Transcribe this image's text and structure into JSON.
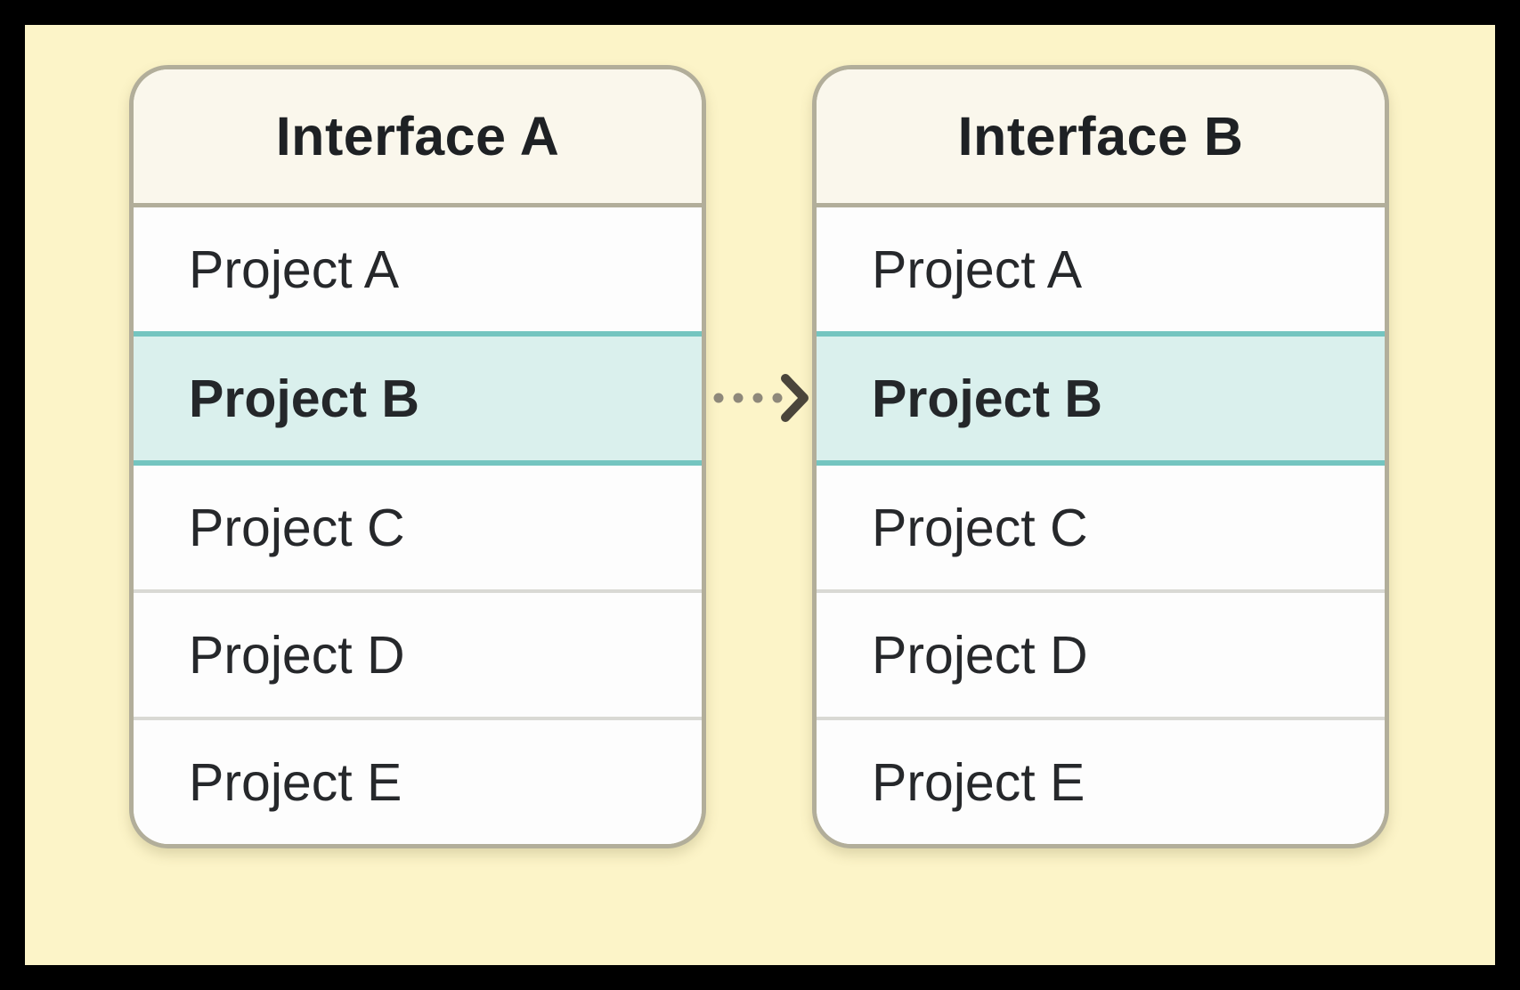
{
  "diagram": {
    "description": "Two list interfaces side by side; selected item Project B syncs from Interface A to Interface B via a dotted arrow",
    "frame_color": "#000000",
    "background_color": "#fcf4c8",
    "panel_border_color": "#b2ae9a",
    "header_bg_color": "#faf7ec",
    "row_bg_color": "#fdfdfd",
    "divider_color": "#d9d9d4",
    "selected_bg_color": "#daf0ed",
    "selected_border_color": "#74c5c0",
    "text_color": "#26282b"
  },
  "panels": [
    {
      "title": "Interface A",
      "items": [
        {
          "label": "Project A",
          "selected": false
        },
        {
          "label": "Project B",
          "selected": true
        },
        {
          "label": "Project C",
          "selected": false
        },
        {
          "label": "Project D",
          "selected": false
        },
        {
          "label": "Project E",
          "selected": false
        }
      ]
    },
    {
      "title": "Interface B",
      "items": [
        {
          "label": "Project A",
          "selected": false
        },
        {
          "label": "Project B",
          "selected": true
        },
        {
          "label": "Project C",
          "selected": false
        },
        {
          "label": "Project D",
          "selected": false
        },
        {
          "label": "Project E",
          "selected": false
        }
      ]
    }
  ],
  "arrow": {
    "style": "dotted",
    "direction": "right",
    "dot_count": 4,
    "dot_color": "#8e887a",
    "head_color": "#4a453b"
  }
}
